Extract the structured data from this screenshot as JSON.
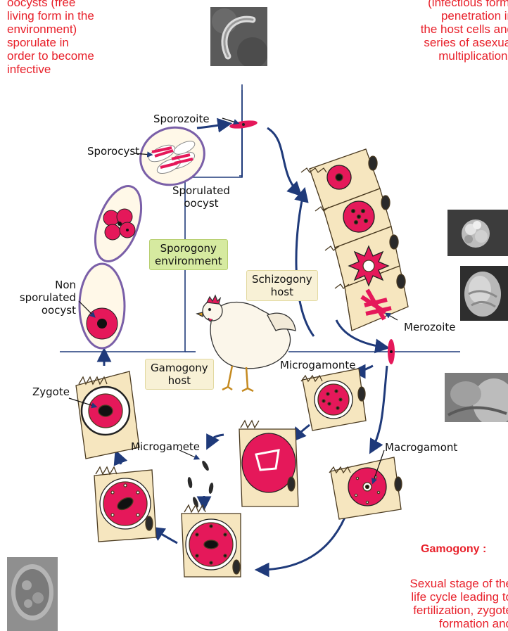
{
  "top_left_text": [
    "oocysts (free",
    "living form in the",
    "environment)",
    "sporulate in",
    "order to become",
    "infective"
  ],
  "top_right_text": [
    "(infectious form)",
    "penetration in",
    "the host cells and",
    "series of asexual",
    "multiplications"
  ],
  "gamogony_title": "Gamogony :",
  "gamogony_text": [
    "Sexual stage of the",
    "life cycle leading to",
    "fertilization, zygote",
    "formation and"
  ],
  "labels": {
    "sporozoite": "Sporozoite",
    "sporocyst": "Sporocyst",
    "sporulated_oocyst": [
      "Sporulated",
      "oocyst"
    ],
    "non_sporulated_oocyst": [
      "Non",
      "sporulated",
      "oocyst"
    ],
    "merozoite": "Merozoite",
    "microgamonte": "Microgamonte",
    "macrogamont": "Macrogamont",
    "microgamete": "Microgamete",
    "zygote": "Zygote"
  },
  "stage_boxes": {
    "sporogony": [
      "Sporogony",
      "environment"
    ],
    "schizogony": [
      "Schizogony",
      "host"
    ],
    "gamogony": [
      "Gamogony",
      "host"
    ]
  },
  "colors": {
    "caption_red": "#e8202a",
    "arrow_navy": "#1f3a7a",
    "cell_beige": "#f6e6bf",
    "parasite_red": "#e5185a",
    "oocyst_purple": "#7a5fa8",
    "sporogony_box": "#d6eaa0",
    "host_box": "#f8f1d6"
  }
}
